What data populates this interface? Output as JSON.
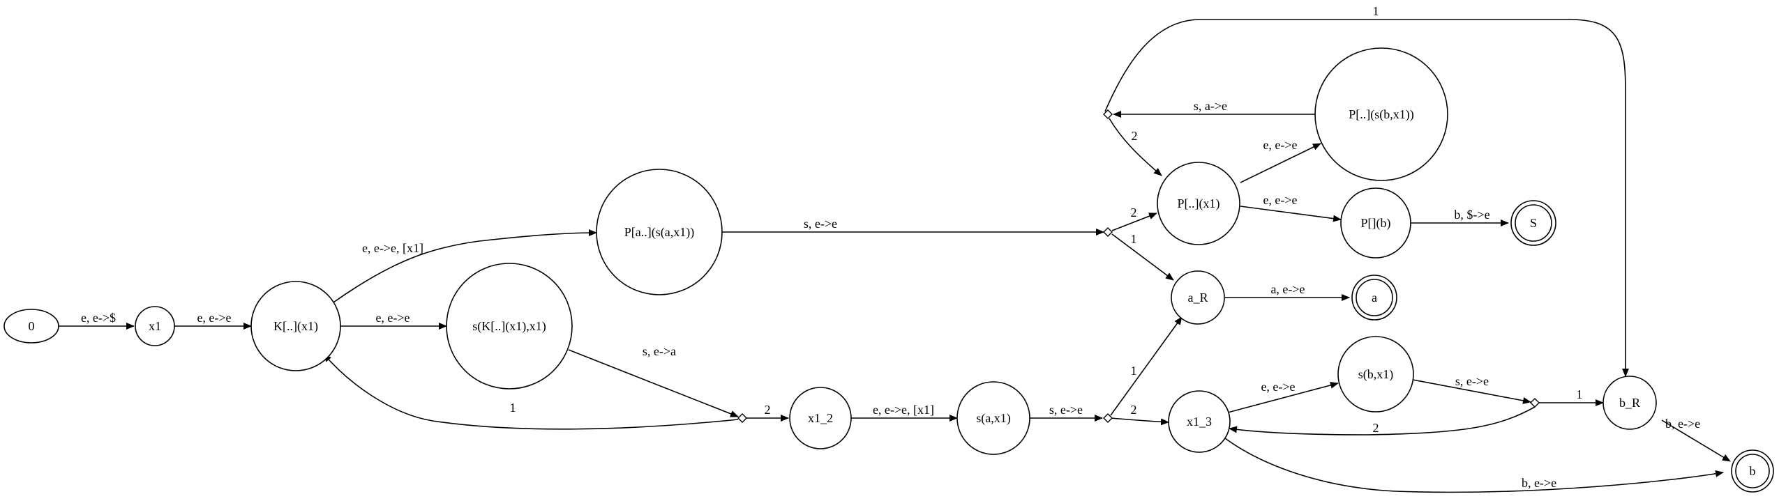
{
  "nodes": {
    "n0": "0",
    "x1": "x1",
    "K": "K[..](x1)",
    "Pa": "P[a..](s(a,x1))",
    "sK": "s(K[..](x1),x1)",
    "x1_2": "x1_2",
    "sax1": "s(a,x1)",
    "Pdx1": "P[..](x1)",
    "Psb": "P[..](s(b,x1))",
    "Pb": "P[](b)",
    "S": "S",
    "aR": "a_R",
    "a": "a",
    "x1_3": "x1_3",
    "sbx1": "s(b,x1)",
    "bR": "b_R",
    "b": "b"
  },
  "edges": {
    "e0_x1": "e, e->$",
    "ex1_K": "e, e->e",
    "eK_Pa": "e, e->e, [x1]",
    "eK_sK": "e, e->e",
    "esK_j1": "s, e->a",
    "ej1_K": "1",
    "ej1_x12": "2",
    "ex12_sa": "e, e->e, [x1]",
    "esa_j2": "s, e->e",
    "ej2_aR": "1",
    "ej2_x13": "2",
    "ePa_j3": "s, e->e",
    "ej3_Pd": "2",
    "ej3_aR": "1",
    "ePd_Psb": "e, e->e",
    "ePd_Pb": "e, e->e",
    "ePsb_j4": "s, a->e",
    "ej4_Pd": "2",
    "ej4_bR": "1",
    "ePb_S": "b, $->e",
    "eaR_a": "a, e->e",
    "ex13_sb": "e, e->e",
    "ex13_b": "b, e->e",
    "esb_j5": "s, e->e",
    "ej5_bR": "1",
    "ej5_x13": "2",
    "ebR_b": "b, e->e"
  }
}
